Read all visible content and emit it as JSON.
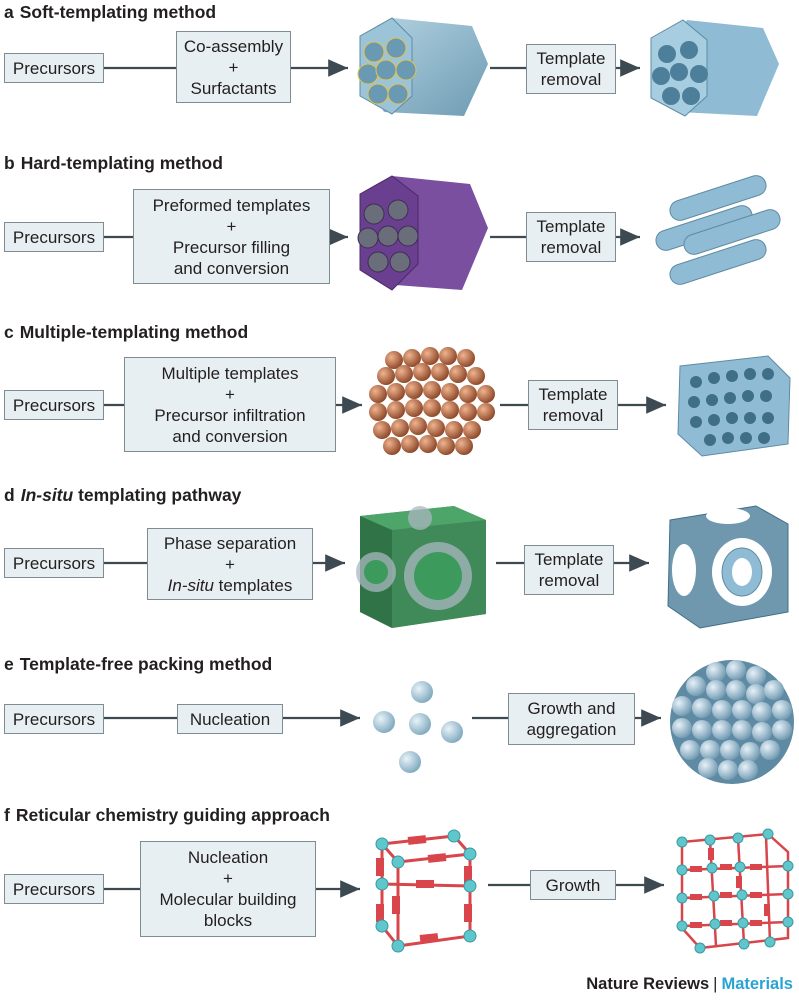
{
  "sections": [
    {
      "letter": "a",
      "title": "Soft-templating method",
      "precursor": "Precursors",
      "process": [
        "Co-assembly",
        "+",
        "Surfactants"
      ],
      "removal": [
        "Template",
        "removal"
      ]
    },
    {
      "letter": "b",
      "title": "Hard-templating method",
      "precursor": "Precursors",
      "process": [
        "Preformed templates",
        "+",
        "Precursor filling",
        "and conversion"
      ],
      "removal": [
        "Template",
        "removal"
      ]
    },
    {
      "letter": "c",
      "title": "Multiple-templating method",
      "precursor": "Precursors",
      "process": [
        "Multiple templates",
        "+",
        "Precursor infiltration",
        "and conversion"
      ],
      "removal": [
        "Template",
        "removal"
      ]
    },
    {
      "letter": "d",
      "title_italic": "In-situ",
      "title": " templating pathway",
      "precursor": "Precursors",
      "process": [
        "Phase separation",
        "+",
        "templates"
      ],
      "process_italic": "In-situ",
      "removal": [
        "Template",
        "removal"
      ]
    },
    {
      "letter": "e",
      "title": "Template-free packing method",
      "precursor": "Precursors",
      "process": [
        "Nucleation"
      ],
      "removal": [
        "Growth and",
        "aggregation"
      ]
    },
    {
      "letter": "f",
      "title": "Reticular chemistry guiding approach",
      "precursor": "Precursors",
      "process": [
        "Nucleation",
        "+",
        "Molecular building",
        "blocks"
      ],
      "removal": [
        "Growth"
      ]
    }
  ],
  "footer": {
    "brand": "Nature Reviews",
    "separator": "|",
    "journal": "Materials"
  },
  "colors": {
    "arrow": "#3d4a52",
    "box_fill": "#e8eff2",
    "box_border": "#7f8c93",
    "blue": "#8fbcd4",
    "purple": "#6a3f8f",
    "copper": "#b66a45",
    "green": "#3b9a5c",
    "red": "#d8454b",
    "teal": "#5fc6cc"
  }
}
